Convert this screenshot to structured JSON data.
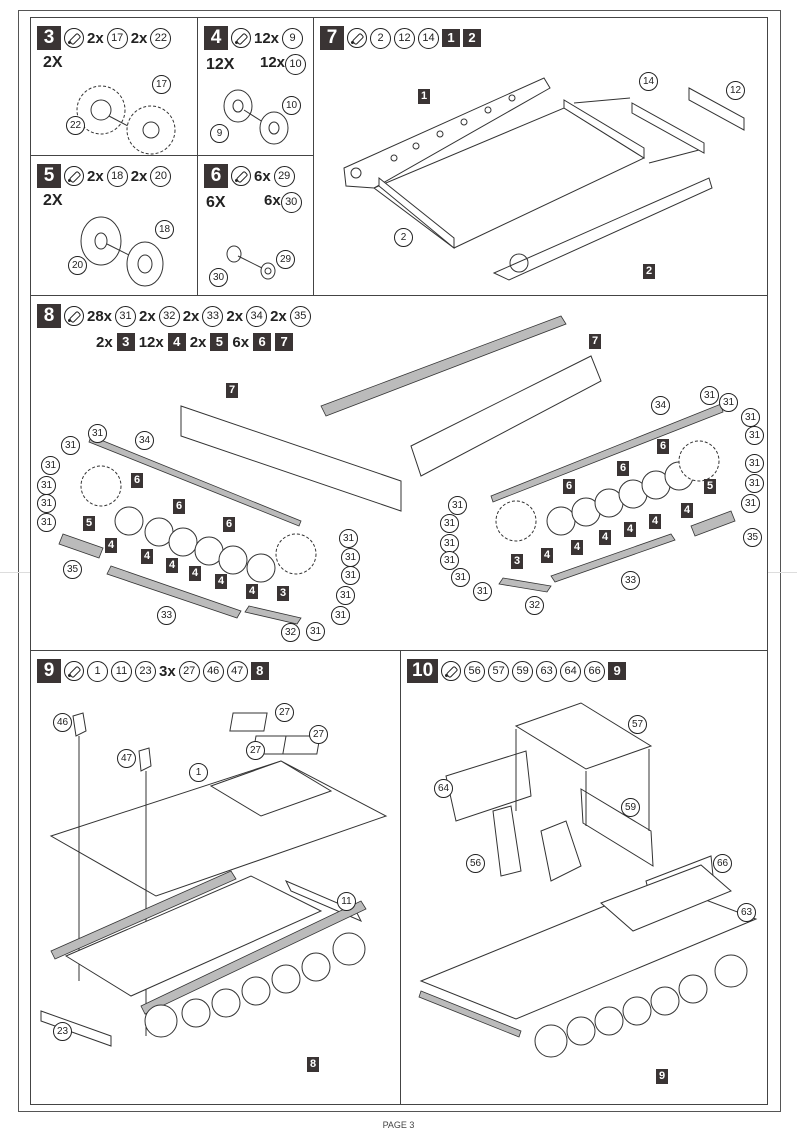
{
  "page": {
    "footer": "PAGE 3"
  },
  "steps": {
    "s3": {
      "number": "3",
      "parts": [
        {
          "qty": "2x",
          "part": "17"
        },
        {
          "qty": "2x",
          "part": "22"
        }
      ],
      "multiplier": "2X",
      "callouts": [
        "17",
        "22"
      ]
    },
    "s4": {
      "number": "4",
      "parts": [
        {
          "qty": "12x",
          "part": "9"
        },
        {
          "qty": "12x",
          "part": "10"
        }
      ],
      "multiplier": "12X",
      "callouts": [
        "10",
        "9"
      ]
    },
    "s5": {
      "number": "5",
      "parts": [
        {
          "qty": "2x",
          "part": "18"
        },
        {
          "qty": "2x",
          "part": "20"
        }
      ],
      "multiplier": "2X",
      "callouts": [
        "18",
        "20"
      ]
    },
    "s6": {
      "number": "6",
      "parts": [
        {
          "qty": "6x",
          "part": "29"
        },
        {
          "qty": "6x",
          "part": "30"
        }
      ],
      "multiplier": "6X",
      "callouts": [
        "29",
        "30"
      ]
    },
    "s7": {
      "number": "7",
      "parts": [
        "2",
        "12",
        "14"
      ],
      "refs": [
        "1",
        "2"
      ],
      "callouts": [
        "14",
        "12",
        "2"
      ],
      "tags": [
        "1",
        "2"
      ]
    },
    "s8": {
      "number": "8",
      "parts": [
        {
          "qty": "28x",
          "part": "31"
        },
        {
          "qty": "2x",
          "part": "32"
        },
        {
          "qty": "2x",
          "part": "33"
        },
        {
          "qty": "2x",
          "part": "34"
        },
        {
          "qty": "2x",
          "part": "35"
        }
      ],
      "refs": [
        {
          "qty": "2x",
          "ref": "3"
        },
        {
          "qty": "12x",
          "ref": "4"
        },
        {
          "qty": "2x",
          "ref": "5"
        },
        {
          "qty": "6x",
          "ref": "6"
        },
        {
          "qty": "",
          "ref": "7"
        }
      ],
      "left": {
        "tag7": "7",
        "c31": "31",
        "c34": "34",
        "c35": "35",
        "c33": "33",
        "c32": "32",
        "t3": "3",
        "t4": "4",
        "t5": "5",
        "t6": "6"
      },
      "right": {
        "tag7": "7",
        "c31": "31",
        "c34": "34",
        "c35": "35",
        "c33": "33",
        "c32": "32",
        "t3": "3",
        "t4": "4",
        "t5": "5",
        "t6": "6"
      }
    },
    "s9": {
      "number": "9",
      "parts": [
        {
          "qty": "",
          "part": "1"
        },
        {
          "qty": "",
          "part": "11"
        },
        {
          "qty": "",
          "part": "23"
        },
        {
          "qty": "3x",
          "part": "27"
        },
        {
          "qty": "",
          "part": "46"
        },
        {
          "qty": "",
          "part": "47"
        }
      ],
      "refs": [
        "8"
      ],
      "callouts": {
        "c46": "46",
        "c47": "47",
        "c1": "1",
        "c27": "27",
        "c11": "11",
        "c23": "23"
      },
      "tag": "8"
    },
    "s10": {
      "number": "10",
      "parts": [
        "56",
        "57",
        "59",
        "63",
        "64",
        "66"
      ],
      "refs": [
        "9"
      ],
      "callouts": {
        "c57": "57",
        "c64": "64",
        "c59": "59",
        "c56": "56",
        "c66": "66",
        "c63": "63"
      },
      "tag": "9"
    }
  },
  "icons": {
    "glue": "glue-icon"
  },
  "colors": {
    "step_box": "#3a3434",
    "line": "#333333",
    "paper": "#ffffff"
  }
}
